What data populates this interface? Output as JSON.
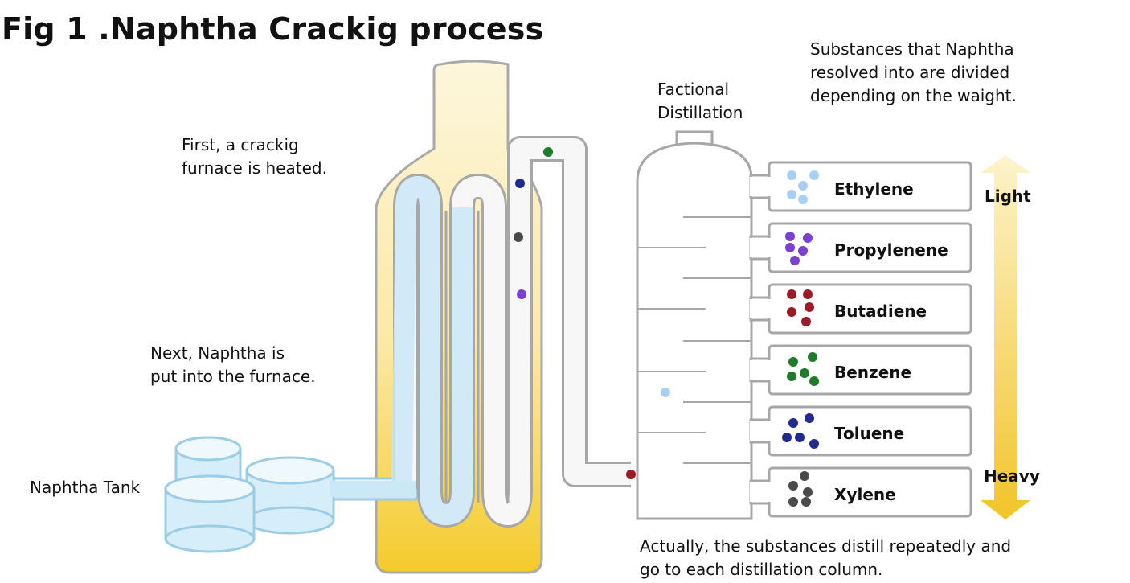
{
  "title": "Fig 1 .Naphtha Crackig process",
  "notes": {
    "step1_line1": "First, a crackig",
    "step1_line2": "furnace is heated.",
    "step2_line1": "Next, Naphtha is",
    "step2_line2": "put into the furnace.",
    "tank_label": "Naphtha Tank",
    "column_line1": "Factional",
    "column_line2": "Distillation",
    "divided_line1": "Substances that Naphtha",
    "divided_line2": "resolved into are divided",
    "divided_line3": "depending on the waight.",
    "bottom_line1": "Actually, the substances distill repeatedly and",
    "bottom_line2": "go to each distillation column."
  },
  "scale": {
    "light": "Light",
    "heavy": "Heavy"
  },
  "products": [
    {
      "name": "Ethylene",
      "color": "#aacff5"
    },
    {
      "name": "Propylenene",
      "color": "#7b3fd1"
    },
    {
      "name": "Butadiene",
      "color": "#9b1b26"
    },
    {
      "name": "Benzene",
      "color": "#1f7a2a"
    },
    {
      "name": "Toluene",
      "color": "#232a8f"
    },
    {
      "name": "Xylene",
      "color": "#4a4a4a"
    }
  ],
  "colors": {
    "furnace_top": "#fdf4d6",
    "furnace_bottom": "#f5cd33",
    "naphtha": "#cde9f8",
    "outline": "#9a9a9a",
    "arrow_top": "#fdf1c7",
    "arrow_bottom": "#f3c62e"
  }
}
